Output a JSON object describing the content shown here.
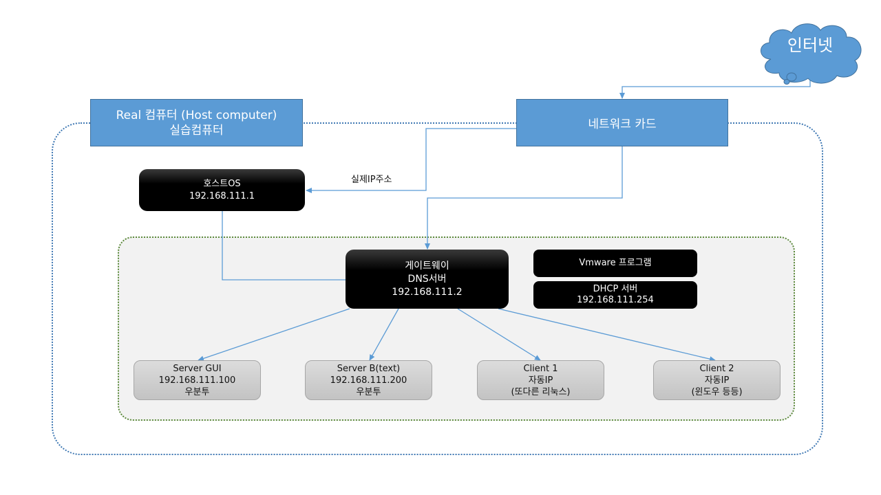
{
  "diagram": {
    "internet": {
      "label": "인터넷",
      "shape": "cloud",
      "color": "#5b9bd5"
    },
    "network_card": {
      "label": "네트워크 카드",
      "color": "#5b9bd5"
    },
    "host_computer": {
      "line1": "Real 컴퓨터 (Host computer)",
      "line2": "실습컴퓨터",
      "color": "#5b9bd5"
    },
    "host_os": {
      "line1": "호스트OS",
      "line2": "192.168.111.1"
    },
    "real_ip_label": "실제IP주소",
    "gateway": {
      "line1": "게이트웨이",
      "line2": "DNS서버",
      "line3": "192.168.111.2"
    },
    "vmware": {
      "label": "Vmware 프로그램"
    },
    "dhcp": {
      "line1": "DHCP 서버",
      "line2": "192.168.111.254"
    },
    "nodes": [
      {
        "name": "Server GUI",
        "ip": "192.168.111.100",
        "os": "우분투"
      },
      {
        "name": "Server B(text)",
        "ip": "192.168.111.200",
        "os": "우분투"
      },
      {
        "name": "Client 1",
        "ip": "자동IP",
        "os": "(또다른 리눅스)"
      },
      {
        "name": "Client 2",
        "ip": "자동IP",
        "os": "(윈도우 등등)"
      }
    ],
    "colors": {
      "connector": "#5b9bd5",
      "outer_frame": "#3f78b3",
      "inner_frame": "#5b8a3a",
      "inner_fill": "#f2f2f2"
    }
  }
}
